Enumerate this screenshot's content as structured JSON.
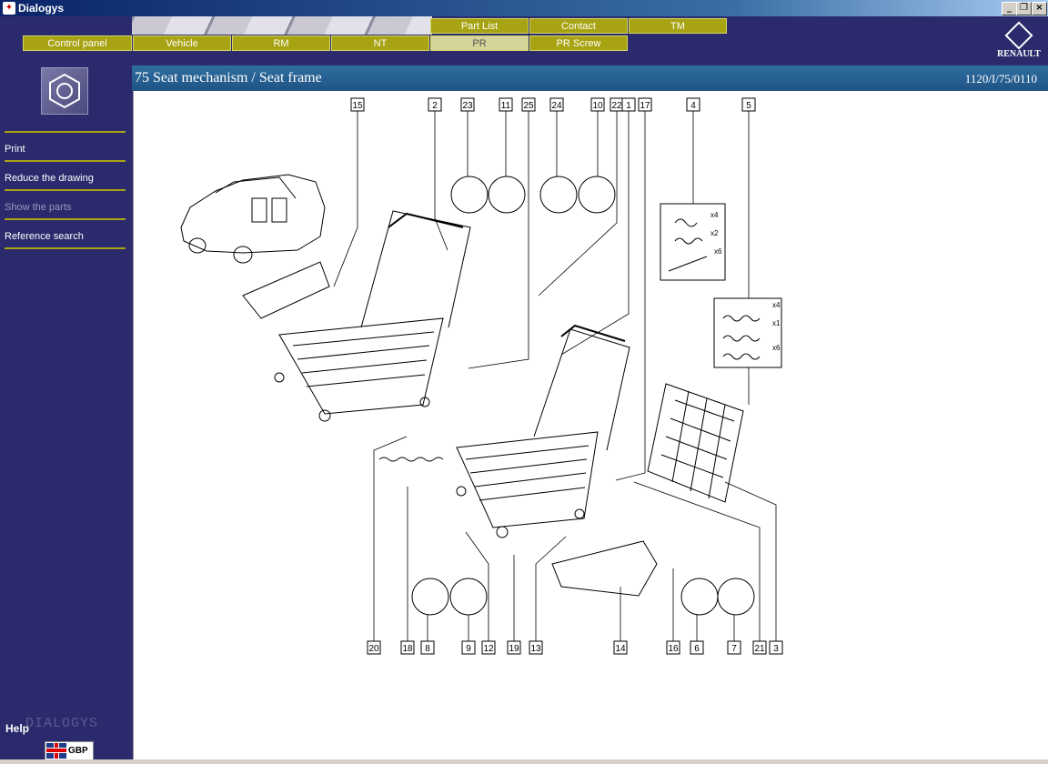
{
  "window": {
    "title": "Dialogys"
  },
  "nav": {
    "top_tabs": [
      "Part List",
      "Contact",
      "TM"
    ],
    "main_tabs": [
      "Control panel",
      "Vehicle",
      "RM",
      "NT",
      "PR",
      "PR Screw"
    ],
    "active_tab": "PR"
  },
  "brand": {
    "name": "RENAULT"
  },
  "sidebar": {
    "items": [
      "Print",
      "Reduce the drawing",
      "Show the parts",
      "Reference search"
    ],
    "help_label": "Help",
    "watermark": "DIALOGYS",
    "language": "GBP"
  },
  "header": {
    "title": "75 Seat mechanism / Seat frame",
    "reference": "1120/I/75/0110"
  },
  "drawing": {
    "callouts_top": [
      "15",
      "2",
      "23",
      "11",
      "25",
      "24",
      "10",
      "22",
      "1",
      "17",
      "4",
      "5"
    ],
    "callouts_bottom": [
      "20",
      "18",
      "8",
      "9",
      "12",
      "19",
      "13",
      "14",
      "16",
      "6",
      "7",
      "21",
      "3"
    ],
    "quantity_labels": [
      "x4",
      "x2",
      "x6",
      "x4",
      "x1",
      "x6"
    ]
  }
}
